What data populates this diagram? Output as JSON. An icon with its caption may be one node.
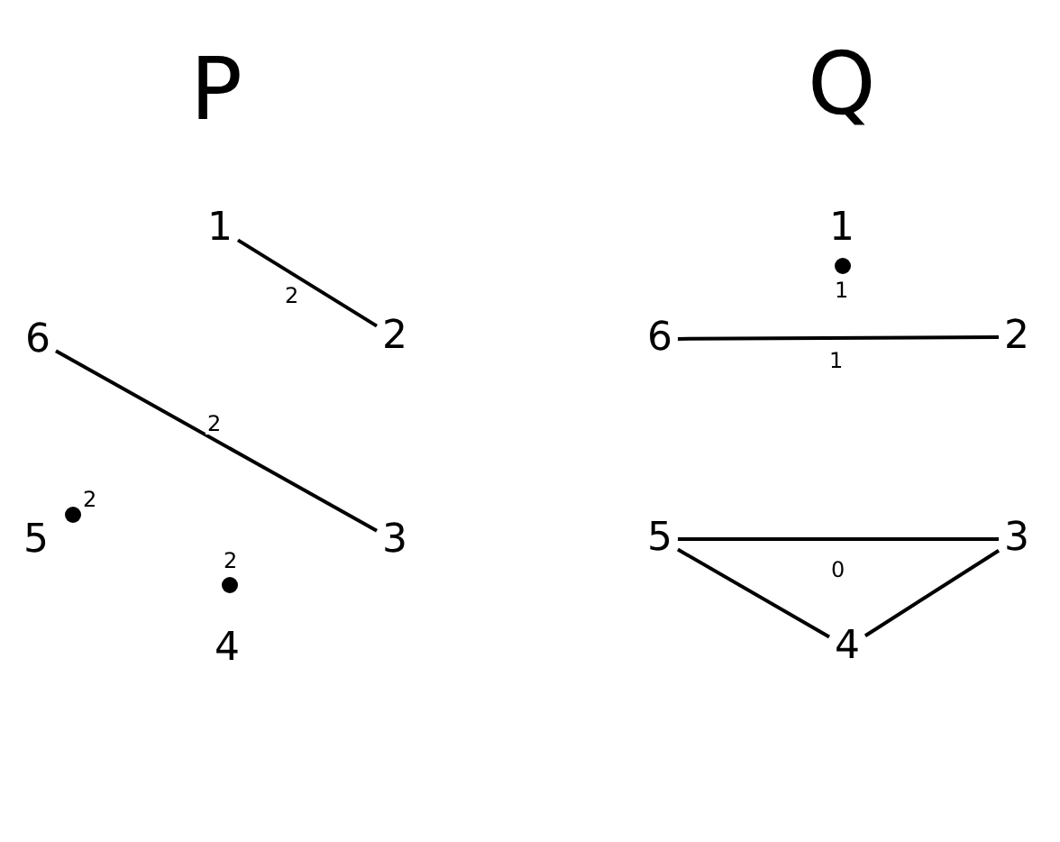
{
  "diagram": {
    "nodes": [
      {
        "text": [
          "1"
        ]
      },
      {
        "text": [
          "6"
        ]
      },
      {
        "text": [
          "2"
        ]
      },
      {
        "text": [],
        "shape": "circle",
        "beside": [
          "2"
        ]
      },
      {
        "text": [
          "5"
        ]
      },
      {
        "text": [
          "3"
        ]
      },
      {
        "text": [],
        "shape": "circle",
        "beside": [
          "2"
        ]
      },
      {
        "text": [
          "4"
        ]
      },
      {
        "text": [
          "1"
        ]
      },
      {
        "text": [],
        "shape": "circle",
        "beside": [
          "1"
        ]
      },
      {
        "text": [
          "6"
        ]
      },
      {
        "text": [
          "2"
        ]
      },
      {
        "text": [
          "5"
        ]
      },
      {
        "text": [
          "3"
        ]
      },
      {
        "text": [
          "4"
        ]
      }
    ],
    "edges": [
      {
        "from": 0,
        "to": 2,
        "arrow": "none",
        "label": "2"
      },
      {
        "from": 1,
        "to": 5,
        "arrow": "none",
        "label": "2"
      },
      {
        "from": 10,
        "to": 11,
        "arrow": "none",
        "label": "1"
      },
      {
        "from": 12,
        "to": 13,
        "arrow": "none",
        "label": "0"
      },
      {
        "from": 13,
        "to": 14,
        "arrow": "none"
      },
      {
        "from": 14,
        "to": 12,
        "arrow": "none"
      }
    ],
    "labels": [
      "P",
      "Q"
    ]
  }
}
